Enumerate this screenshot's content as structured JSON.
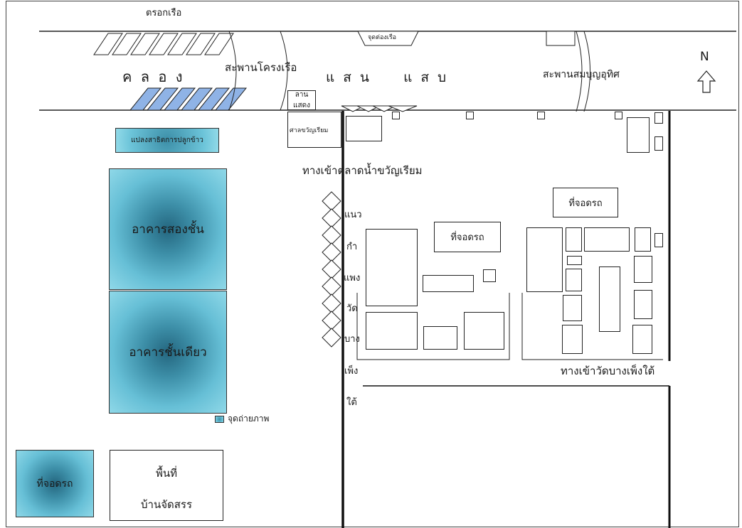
{
  "labels": {
    "boat_pier": "ตรอกเรือ",
    "canal_word": "ค ล อ ง",
    "bridge_boat_shed": "สะพานโครงเรือ",
    "boat_stop": "จุดต่องเรือ",
    "saen_saep": "แ ส น     แ ส บ",
    "bridge_sombun": "สะพานสมบุญอุทิศ",
    "north": "N",
    "demo_rice": "แปลงสาธิตการปลูกข้าว",
    "show_yard": "ลานแสดง",
    "shrine": "ศาลขวัญเรียม",
    "market_entrance": "ทางเข้าตลาดน้ำขวัญเรียม",
    "parking_right": "ที่จอดรถ",
    "parking_center": "ที่จอดรถ",
    "two_storey": "อาคารสองชั้น",
    "one_storey": "อาคารชั้นเดียว",
    "photo_point": "จุดถ่ายภาพ",
    "temple_entrance": "ทางเข้าวัดบางเพ็งใต้",
    "wall_word_1": "แนว",
    "wall_word_2": "กำ",
    "wall_word_3": "แพง",
    "wall_word_4": "วัด",
    "wall_word_5": "บาง",
    "wall_word_6": "เพ็ง",
    "wall_word_7": "ใต้",
    "parking_blue": "ที่จอดรถ",
    "area_1": "พื้นที่",
    "area_2": "บ้านจัดสรร"
  },
  "colors": {
    "water_blue": "#8fb3e6",
    "building_teal": "#5ab6cf",
    "line": "#222222"
  },
  "icons": {
    "north_arrow": "up-arrow-outline-icon"
  }
}
